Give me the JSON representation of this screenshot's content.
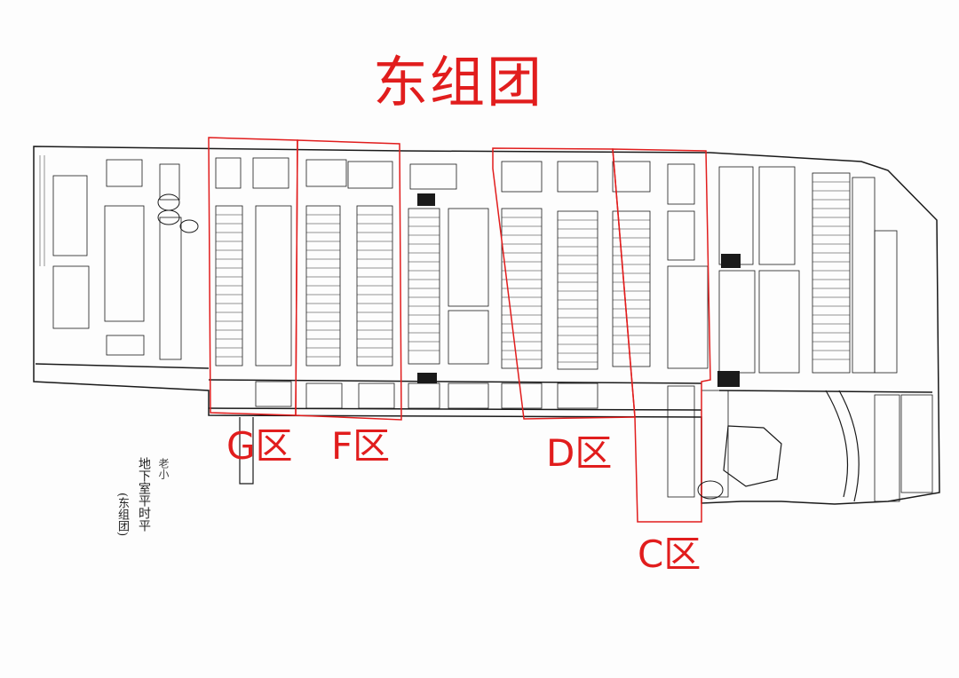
{
  "title": "东组团",
  "zones": [
    {
      "id": "g",
      "label": "G区"
    },
    {
      "id": "f",
      "label": "F区"
    },
    {
      "id": "d",
      "label": "D区"
    },
    {
      "id": "c",
      "label": "C区"
    }
  ],
  "caption": "地下室平时平",
  "subcaption": "(东组团)",
  "hand_note": "老小",
  "colors": {
    "zone_outline": "#e11d1d",
    "ink": "#1a1a1a"
  }
}
